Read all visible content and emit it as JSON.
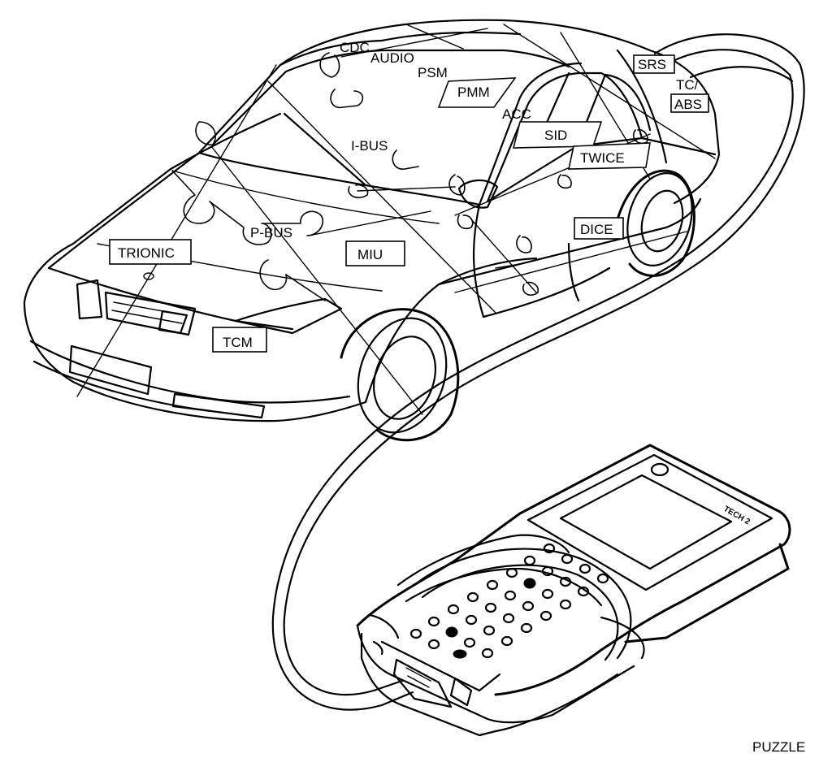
{
  "figure_label": "PUZZLE",
  "modules": {
    "cdc": "CDC",
    "audio": "AUDIO",
    "psm": "PSM",
    "pmm": "PMM",
    "srs": "SRS",
    "tc_abs_1": "TC/",
    "tc_abs_2": "ABS",
    "acc": "ACC",
    "ibus": "I-BUS",
    "sid": "SID",
    "twice": "TWICE",
    "dice": "DICE",
    "trionic": "TRIONIC",
    "pbus": "P-BUS",
    "miu": "MIU",
    "tcm": "TCM"
  },
  "tool": {
    "brand_text": "TECH 2"
  }
}
